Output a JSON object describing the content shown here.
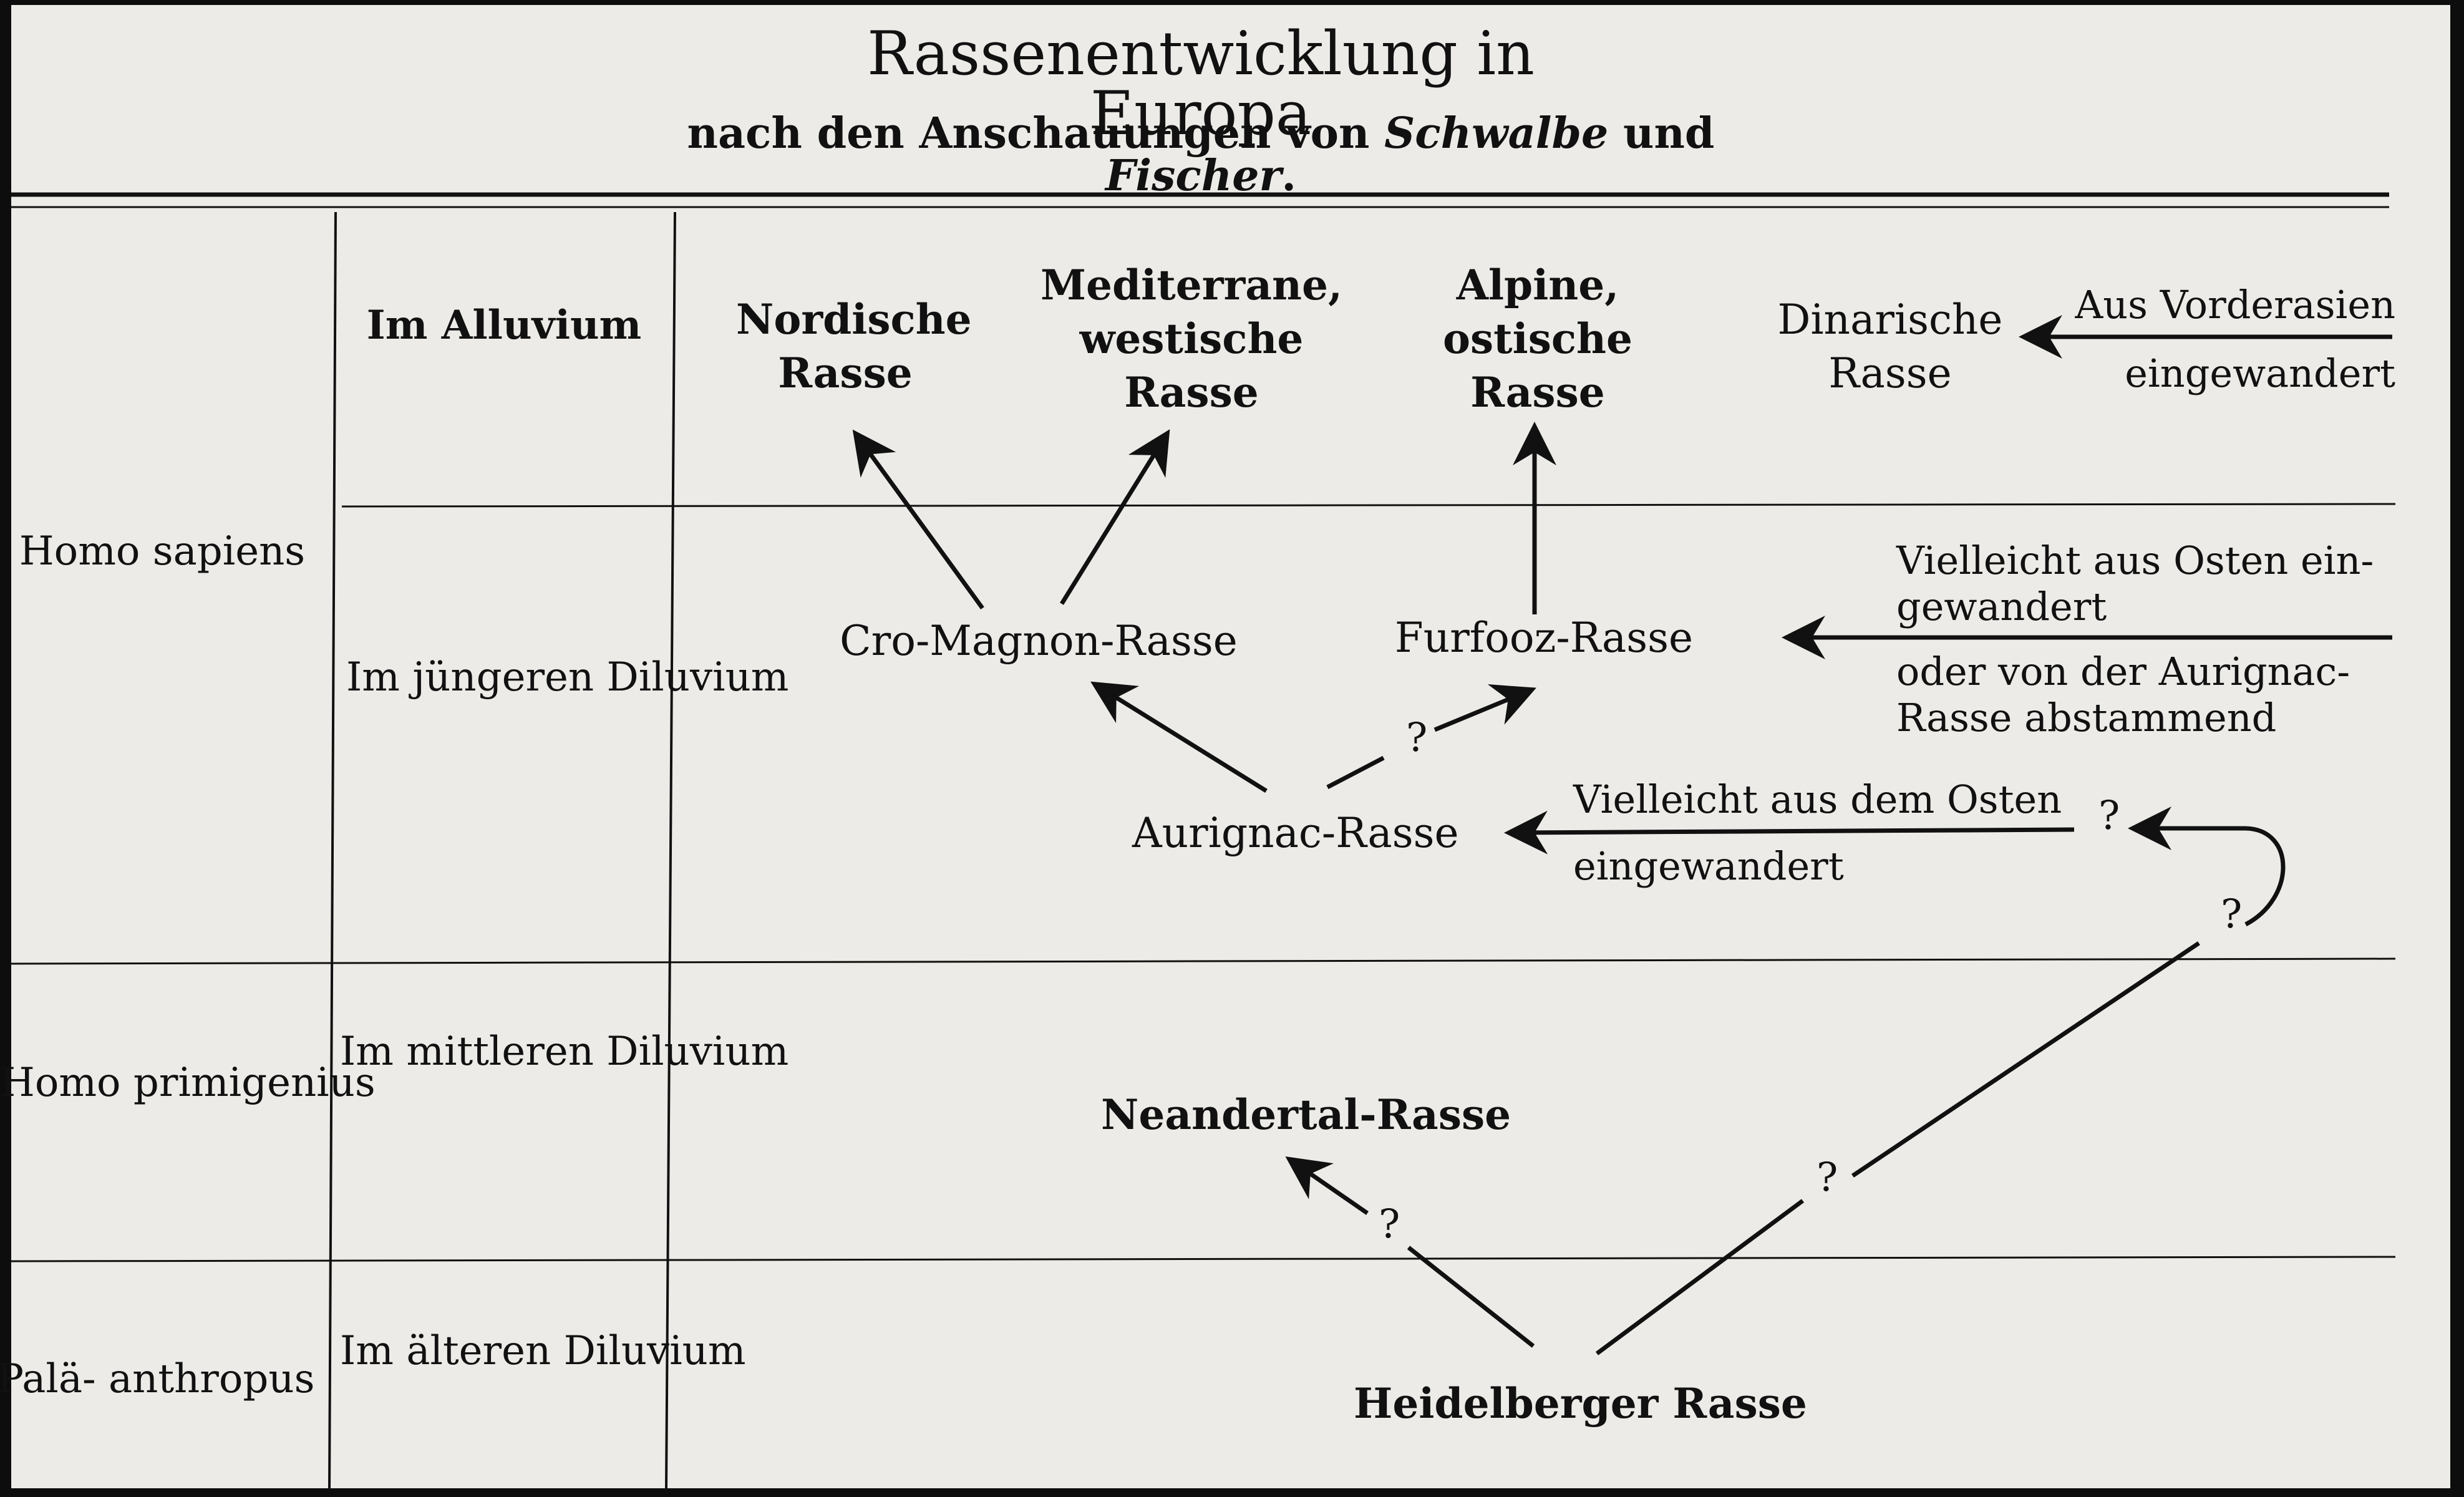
{
  "title": "Rassenentwicklung in Europa",
  "subtitle": {
    "prefix": "nach den Anschauungen von",
    "author1": "Schwalbe",
    "conjunction": "und",
    "author2": "Fischer",
    "suffix": "."
  },
  "groups": {
    "homo_sapiens": "Homo sapiens",
    "homo_primigenius": "Homo primigenius",
    "palaeanthropus": "Palä- anthropus"
  },
  "periods": {
    "alluvium": "Im Alluvium",
    "juengeres_diluvium": "Im jüngeren Diluvium",
    "mittleres_diluvium": "Im mittleren Diluvium",
    "aelteres_diluvium": "Im älteren Diluvium"
  },
  "races": {
    "nordische": "Nordische Rasse",
    "mediterrane": "Mediterrane, westische Rasse",
    "alpine": "Alpine, ostische Rasse",
    "dinarische": "Dinarische Rasse",
    "cro_magnon": "Cro-Magnon-Rasse",
    "furfooz": "Furfooz-Rasse",
    "aurignac": "Aurignac-Rasse",
    "neandertal": "Neandertal-Rasse",
    "heidelberger": "Heidelberger Rasse"
  },
  "notes": {
    "vorderasien_top": "Aus Vorderasien",
    "vorderasien_bottom": "eingewandert",
    "furfooz_top": "Vielleicht aus Osten ein-gewandert",
    "furfooz_bottom": "oder von der Aurignac-Rasse abstammend",
    "aurignac_top": "Vielleicht aus dem Osten",
    "aurignac_bottom": "eingewandert"
  },
  "question_mark": "?"
}
